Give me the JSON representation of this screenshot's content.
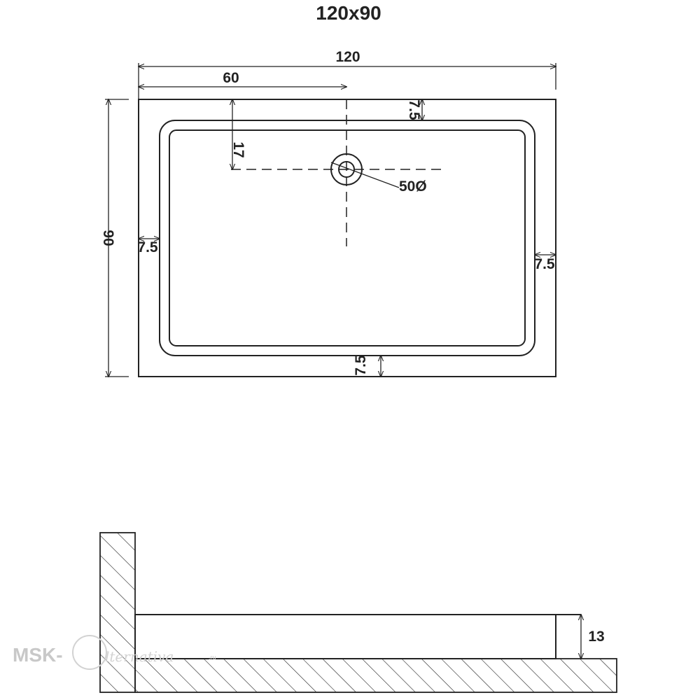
{
  "title": "120x90",
  "dimensions": {
    "width": "120",
    "half_width": "60",
    "depth": "90",
    "drain_offset": "17",
    "drain_size": "50Ø",
    "rim_top": "7.5",
    "rim_left": "7.5",
    "rim_right": "7.5",
    "rim_bottom": "7.5",
    "height": "13"
  },
  "watermark": {
    "brand": "MSK-",
    "script": "lternativa",
    "suffix": ".ru"
  },
  "colors": {
    "line": "#222222",
    "background": "#ffffff",
    "watermark": "#c8c8c8"
  }
}
